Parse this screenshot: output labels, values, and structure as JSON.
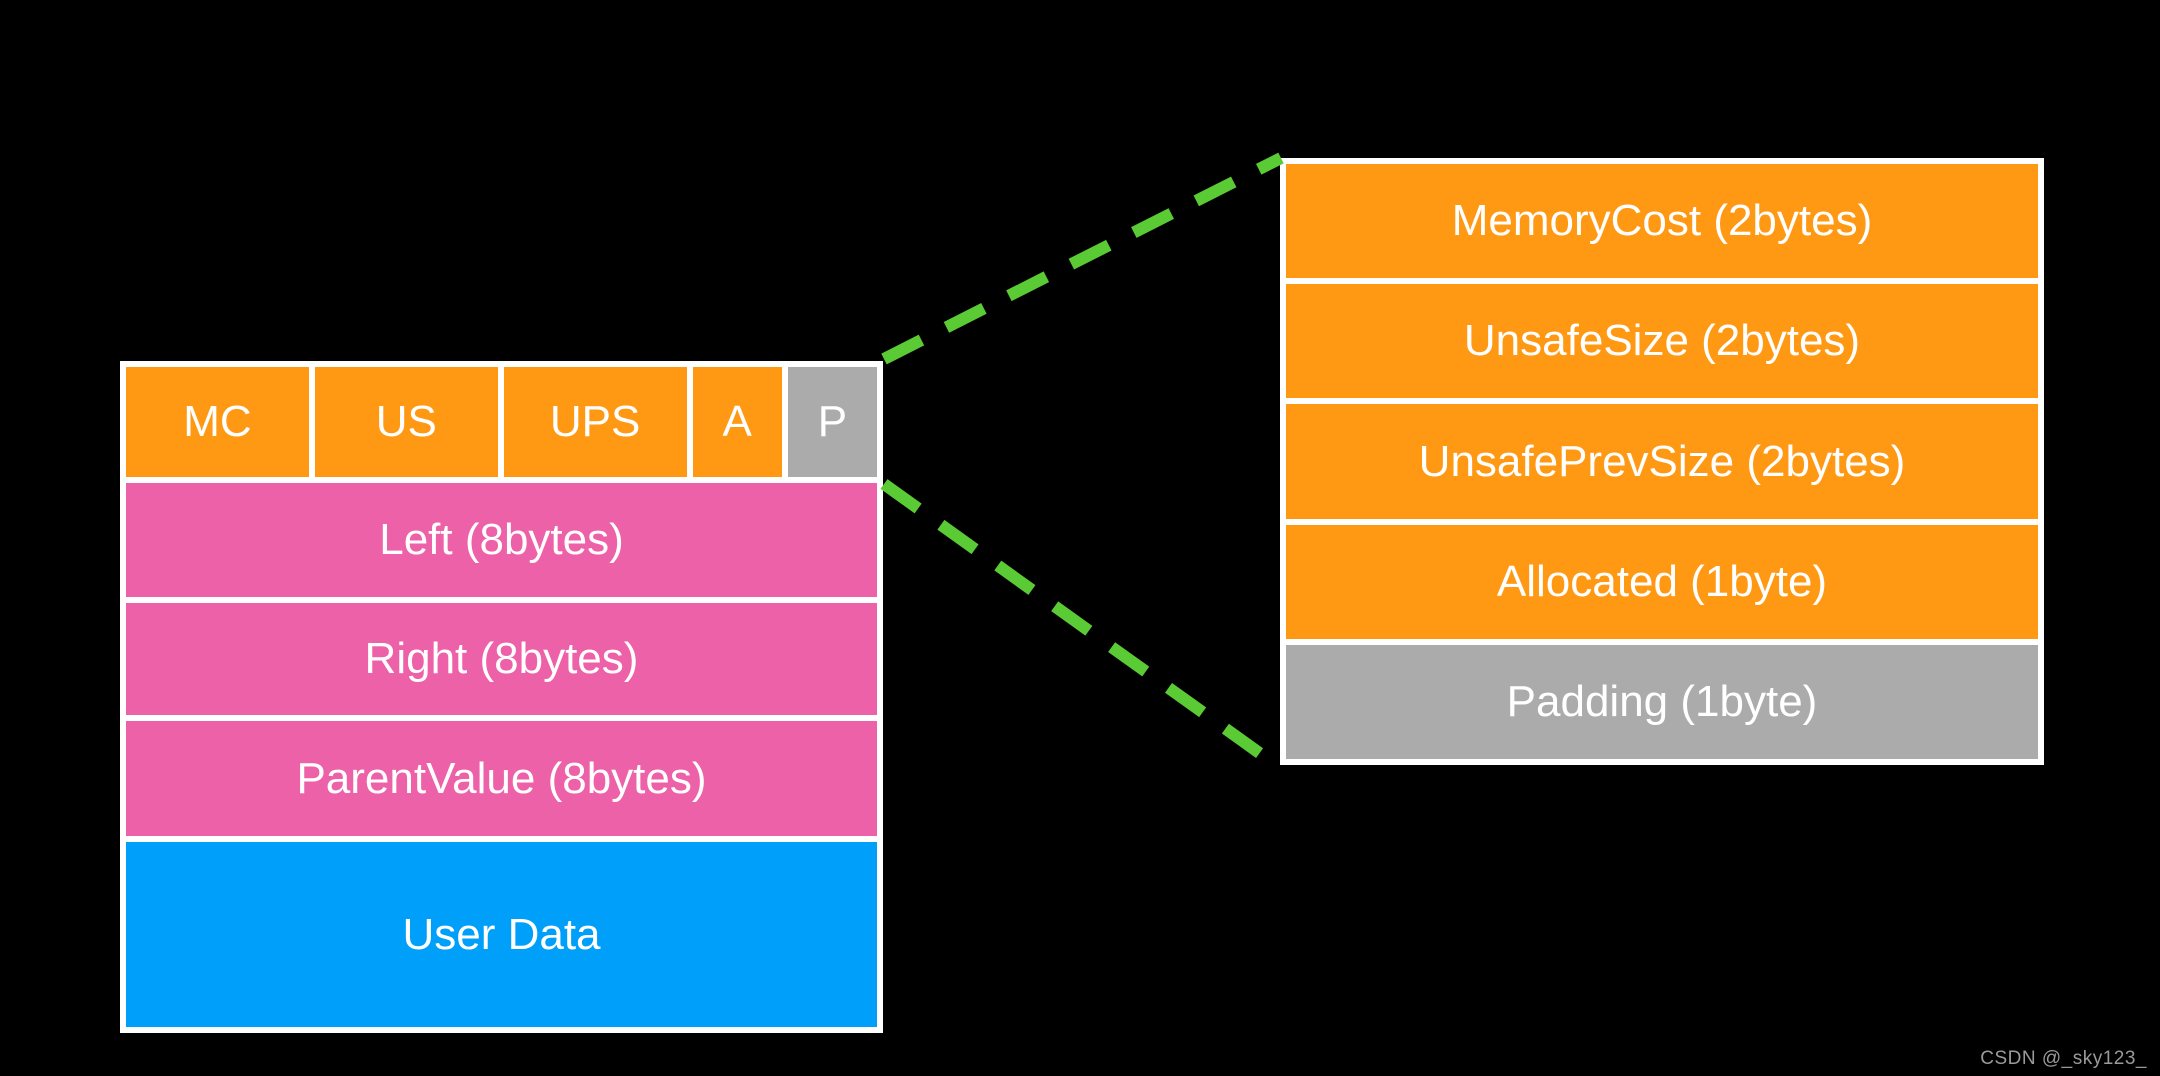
{
  "colors": {
    "background": "#000000",
    "border": "#FFFFFF",
    "orange": "#FF9913",
    "pink": "#EC61A8",
    "blue": "#009FFA",
    "gray": "#ABABAB",
    "green": "#5BCB35",
    "cell_text": "#FFFFFF",
    "watermark_text": "#9A9A9A"
  },
  "left_table": {
    "header": [
      {
        "label": "MC",
        "bg": "#FF9913"
      },
      {
        "label": "US",
        "bg": "#FF9913"
      },
      {
        "label": "UPS",
        "bg": "#FF9913"
      },
      {
        "label": "A",
        "bg": "#FF9913"
      },
      {
        "label": "P",
        "bg": "#ABABAB"
      }
    ],
    "rows": [
      {
        "label": "Left (8bytes)",
        "bg": "#EC61A8"
      },
      {
        "label": "Right (8bytes)",
        "bg": "#EC61A8"
      },
      {
        "label": "ParentValue (8bytes)",
        "bg": "#EC61A8"
      },
      {
        "label": "User Data",
        "bg": "#009FFA"
      }
    ]
  },
  "right_table": {
    "rows": [
      {
        "label": "MemoryCost (2bytes)",
        "bg": "#FF9913"
      },
      {
        "label": "UnsafeSize (2bytes)",
        "bg": "#FF9913"
      },
      {
        "label": "UnsafePrevSize (2bytes)",
        "bg": "#FF9913"
      },
      {
        "label": "Allocated (1byte)",
        "bg": "#FF9913"
      },
      {
        "label": "Padding (1byte)",
        "bg": "#ABABAB"
      }
    ]
  },
  "watermark": "CSDN @_sky123_"
}
